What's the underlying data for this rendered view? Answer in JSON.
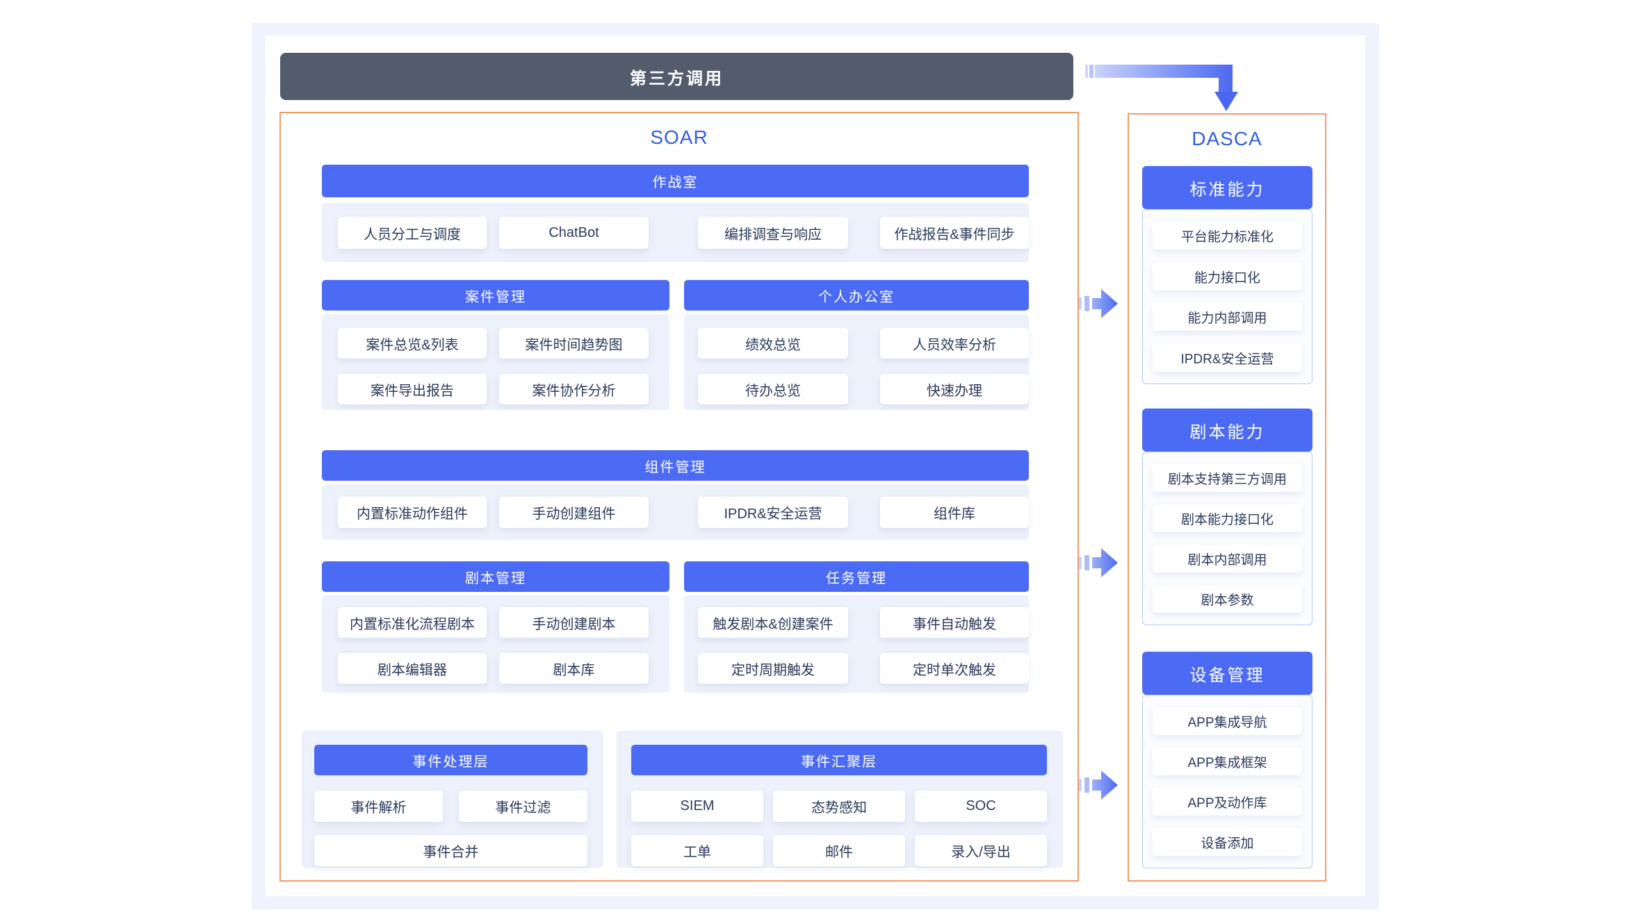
{
  "banner": {
    "label": "第三方调用"
  },
  "soar": {
    "title": "SOAR",
    "war_room": {
      "title": "作战室",
      "items": [
        "人员分工与调度",
        "ChatBot",
        "编排调查与响应",
        "作战报告&事件同步"
      ]
    },
    "case_mgmt": {
      "title": "案件管理",
      "items": [
        "案件总览&列表",
        "案件时间趋势图",
        "案件导出报告",
        "案件协作分析"
      ]
    },
    "office": {
      "title": "个人办公室",
      "items": [
        "绩效总览",
        "人员效率分析",
        "待办总览",
        "快速办理"
      ]
    },
    "component_mgmt": {
      "title": "组件管理",
      "items": [
        "内置标准动作组件",
        "手动创建组件",
        "IPDR&安全运营",
        "组件库"
      ]
    },
    "playbook_mgmt": {
      "title": "剧本管理",
      "items": [
        "内置标准化流程剧本",
        "手动创建剧本",
        "剧本编辑器",
        "剧本库"
      ]
    },
    "task_mgmt": {
      "title": "任务管理",
      "items": [
        "触发剧本&创建案件",
        "事件自动触发",
        "定时周期触发",
        "定时单次触发"
      ]
    },
    "event_processing": {
      "title": "事件处理层",
      "items": [
        "事件解析",
        "事件过滤",
        "事件合并"
      ]
    },
    "event_aggregation": {
      "title": "事件汇聚层",
      "items": [
        "SIEM",
        "态势感知",
        "SOC",
        "工单",
        "邮件",
        "录入/导出"
      ]
    }
  },
  "dasca": {
    "title": "DASCA",
    "groups": [
      {
        "title": "标准能力",
        "items": [
          "平台能力标准化",
          "能力接口化",
          "能力内部调用",
          "IPDR&安全运营"
        ]
      },
      {
        "title": "剧本能力",
        "items": [
          "剧本支持第三方调用",
          "剧本能力接口化",
          "剧本内部调用",
          "剧本参数"
        ]
      },
      {
        "title": "设备管理",
        "items": [
          "APP集成导航",
          "APP集成框架",
          "APP及动作库",
          "设备添加"
        ]
      }
    ]
  },
  "colors": {
    "accent_blue": "#4C6BF5",
    "title_blue": "#2F5FE0",
    "dark_bar": "#535C6D",
    "orange_border": "#F09A6B",
    "strip_bg": "#EDF1FB",
    "group_border": "#B9C9F0",
    "button_text": "#2B3A5C",
    "arrow_light": "#C9D3FB",
    "arrow_dark": "#4C69F0"
  }
}
